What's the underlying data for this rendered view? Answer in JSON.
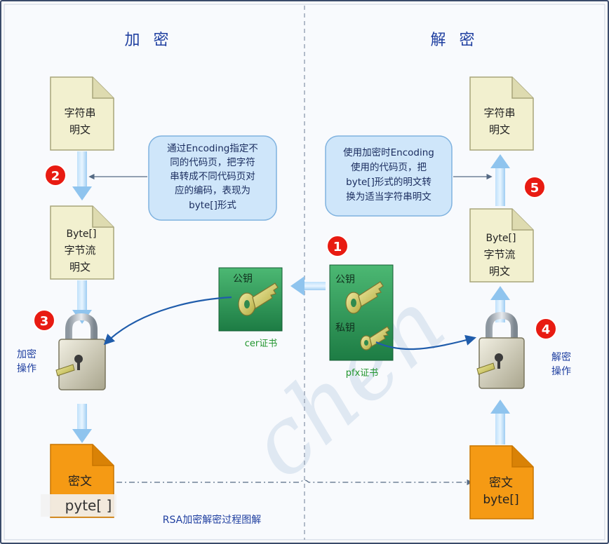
{
  "diagram": {
    "encrypt_header": "加 密",
    "decrypt_header": "解 密",
    "caption": "RSA加密解密过程图解",
    "watermark": "chen",
    "colors": {
      "border": "#3a4a6a",
      "divider": "#9aa6b8",
      "header_text": "#1f3fa0",
      "doc_fill": "#f2f0cf",
      "doc_stroke": "#a8a57a",
      "cipher_fill": "#f59a14",
      "cipher_stroke": "#c87400",
      "cert_fill": "#2f9a58",
      "callout_fill": "#cfe6fa",
      "callout_stroke": "#7fb2df",
      "step_red": "#e81b12",
      "arrow_blue": "#1f5cab",
      "green_label": "#23962f"
    },
    "left": {
      "plaintext_doc": [
        "字符串",
        "明文"
      ],
      "bytes_doc": [
        "Byte[]",
        "字节流",
        "明文"
      ],
      "cipher_doc": "密文",
      "lock_label": [
        "加密",
        "操作"
      ],
      "callout": [
        "通过Encoding指定不",
        "同的代码页，把字符",
        "串转成不同代码页对",
        "应的编码，表现为",
        "byte[]形式"
      ],
      "step_2": "2",
      "step_3": "3",
      "overlay_text": "pyte[ ]"
    },
    "right": {
      "plaintext_doc": [
        "字符串",
        "明文"
      ],
      "bytes_doc": [
        "Byte[]",
        "字节流",
        "明文"
      ],
      "cipher_doc": [
        "密文",
        "byte[]"
      ],
      "lock_label": [
        "解密",
        "操作"
      ],
      "callout": [
        "使用加密时Encoding",
        "使用的代码页，把",
        "byte[]形式的明文转",
        "换为适当字符串明文"
      ],
      "step_1": "1",
      "step_4": "4",
      "step_5": "5"
    },
    "certs": {
      "cer_key_label": "公钥",
      "cer_caption": "cer证书",
      "pfx_public_label": "公钥",
      "pfx_private_label": "私钥",
      "pfx_caption": "pfx证书"
    }
  }
}
